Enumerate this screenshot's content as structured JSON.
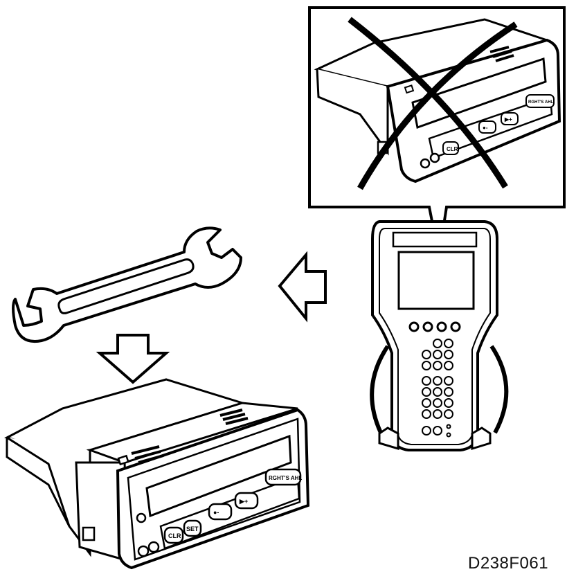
{
  "figure": {
    "id_label": "D238F061",
    "unit_buttons": {
      "clr": "CLR",
      "set": "SET",
      "minus": "●-",
      "plus": "▶+",
      "right": "RGHT'S AHL"
    }
  },
  "icons": [
    "prohibited-x-icon",
    "wrench-icon",
    "arrow-left-icon",
    "arrow-down-icon"
  ]
}
